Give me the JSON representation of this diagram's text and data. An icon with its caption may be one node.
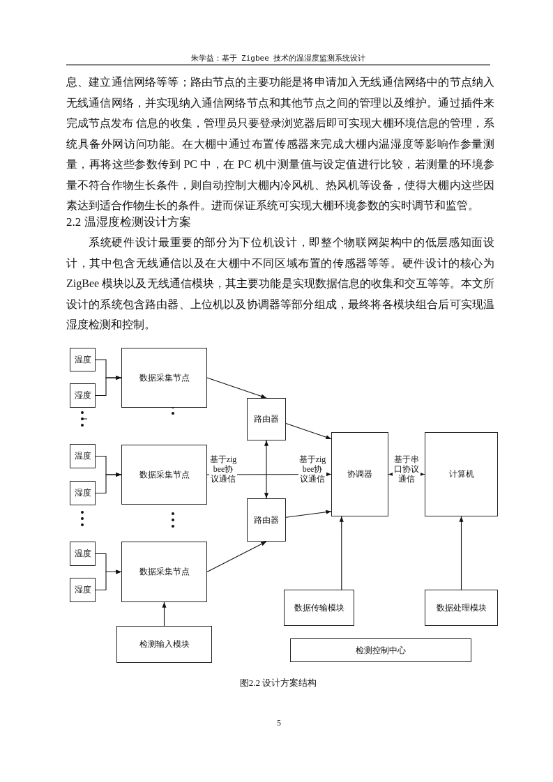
{
  "diagram": {
    "caption": "图2.2 设计方案结构",
    "nodes": [
      {
        "text": [
          "温度"
        ]
      },
      {
        "text": [
          "湿度"
        ]
      },
      {
        "text": [
          "数据采集节点"
        ]
      },
      {
        "text": [
          "温度"
        ]
      },
      {
        "text": [
          "湿度"
        ]
      },
      {
        "text": [
          "数据采集节点"
        ]
      },
      {
        "text": [
          "温度"
        ]
      },
      {
        "text": [
          "湿度"
        ]
      },
      {
        "text": [
          "数据采集节点"
        ]
      },
      {
        "text": [
          "检测输入模块"
        ]
      },
      {
        "text": [
          "路由器"
        ]
      },
      {
        "text": [
          "路由器"
        ]
      },
      {
        "text": [
          "协调器"
        ]
      },
      {
        "text": [
          "计算机"
        ]
      },
      {
        "text": [
          "数据传输模块"
        ]
      },
      {
        "text": [
          "数据处理模块"
        ]
      },
      {
        "text": [
          "检测控制中心"
        ]
      }
    ],
    "edges": [
      {
        "from": 0,
        "to": 2,
        "arrow": "to"
      },
      {
        "from": 1,
        "to": 2,
        "arrow": "to"
      },
      {
        "from": 3,
        "to": 5,
        "arrow": "to"
      },
      {
        "from": 4,
        "to": 5,
        "arrow": "to"
      },
      {
        "from": 6,
        "to": 8,
        "arrow": "to"
      },
      {
        "from": 7,
        "to": 8,
        "arrow": "to"
      },
      {
        "from": 2,
        "to": 10,
        "arrow": "to"
      },
      {
        "from": 8,
        "to": 11,
        "arrow": "to"
      },
      {
        "from": 10,
        "to": 11,
        "arrow": "both"
      },
      {
        "from": 10,
        "to": 12,
        "arrow": "to"
      },
      {
        "from": 11,
        "to": 12,
        "arrow": "to"
      },
      {
        "from": 5,
        "to": 12,
        "arrow": "to",
        "label": "基于zigbee协议通信"
      },
      {
        "from": 12,
        "to": 13,
        "arrow": "both",
        "label": "基于串口协议通信"
      },
      {
        "from": 14,
        "to": 12,
        "arrow": "to"
      },
      {
        "from": 15,
        "to": 13,
        "arrow": "to"
      },
      {
        "from": 9,
        "to": 8,
        "arrow": "to"
      }
    ],
    "labels": [
      "朱学益：基于 Zigbee 技术的温湿度监测系统设计",
      "息、建立通信网络等等；路由节点的主要功能是将申请加入无线通信网络中的节点纳入无线通信网络，并实现纳入通信网络节点和其他节点之间的管理以及维护。通过插件来完成节点发布 信息的收集，管理员只要登录浏览器后即可实现大棚环境信息的管理，系统具备外网访问功能。在大棚中通过布置传感器来完成大棚内温湿度等影响作参量测量，再将这些参数传到 PC 中，在 PC 机中测量值与设定值进行比较，若测量的环境参量不符合作物生长条件，则自动控制大棚内冷风机、热风机等设备，使得大棚内这些因素达到适合作物生长的条件。进而保证系统可实现大棚环境参数的实时调节和监管。",
      "2.2 温湿度检测设计方案",
      "系统硬件设计最重要的部分为下位机设计，即整个物联网架构中的低层感知面设计，其中包含无线通信以及在大棚中不同区域布置的传感器等等。硬件设计的核心为 ZigBee 模块以及无线通信模块，其主要功能是实现数据信息的收集和交互等等。本文所设计的系统包含路由器、上位机以及协调器等部分组成，最终将各模块组合后可实现温湿度检测和控制。",
      "基于zigbee协议通信",
      "5"
    ]
  }
}
